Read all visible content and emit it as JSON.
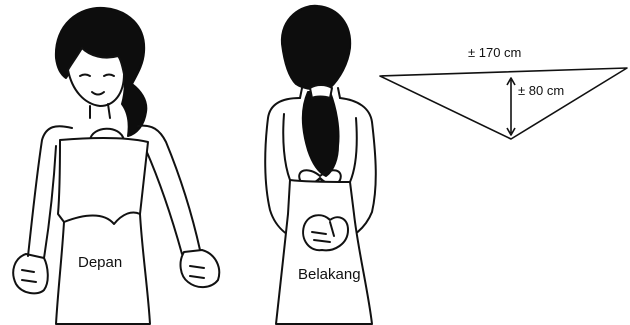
{
  "figures": {
    "front_label": "Depan",
    "back_label": "Belakang"
  },
  "triangle": {
    "width_label": "± 170 cm",
    "height_label": "± 80 cm"
  },
  "colors": {
    "ink": "#111111",
    "hair": "#0d0d0d",
    "background": "#ffffff"
  }
}
